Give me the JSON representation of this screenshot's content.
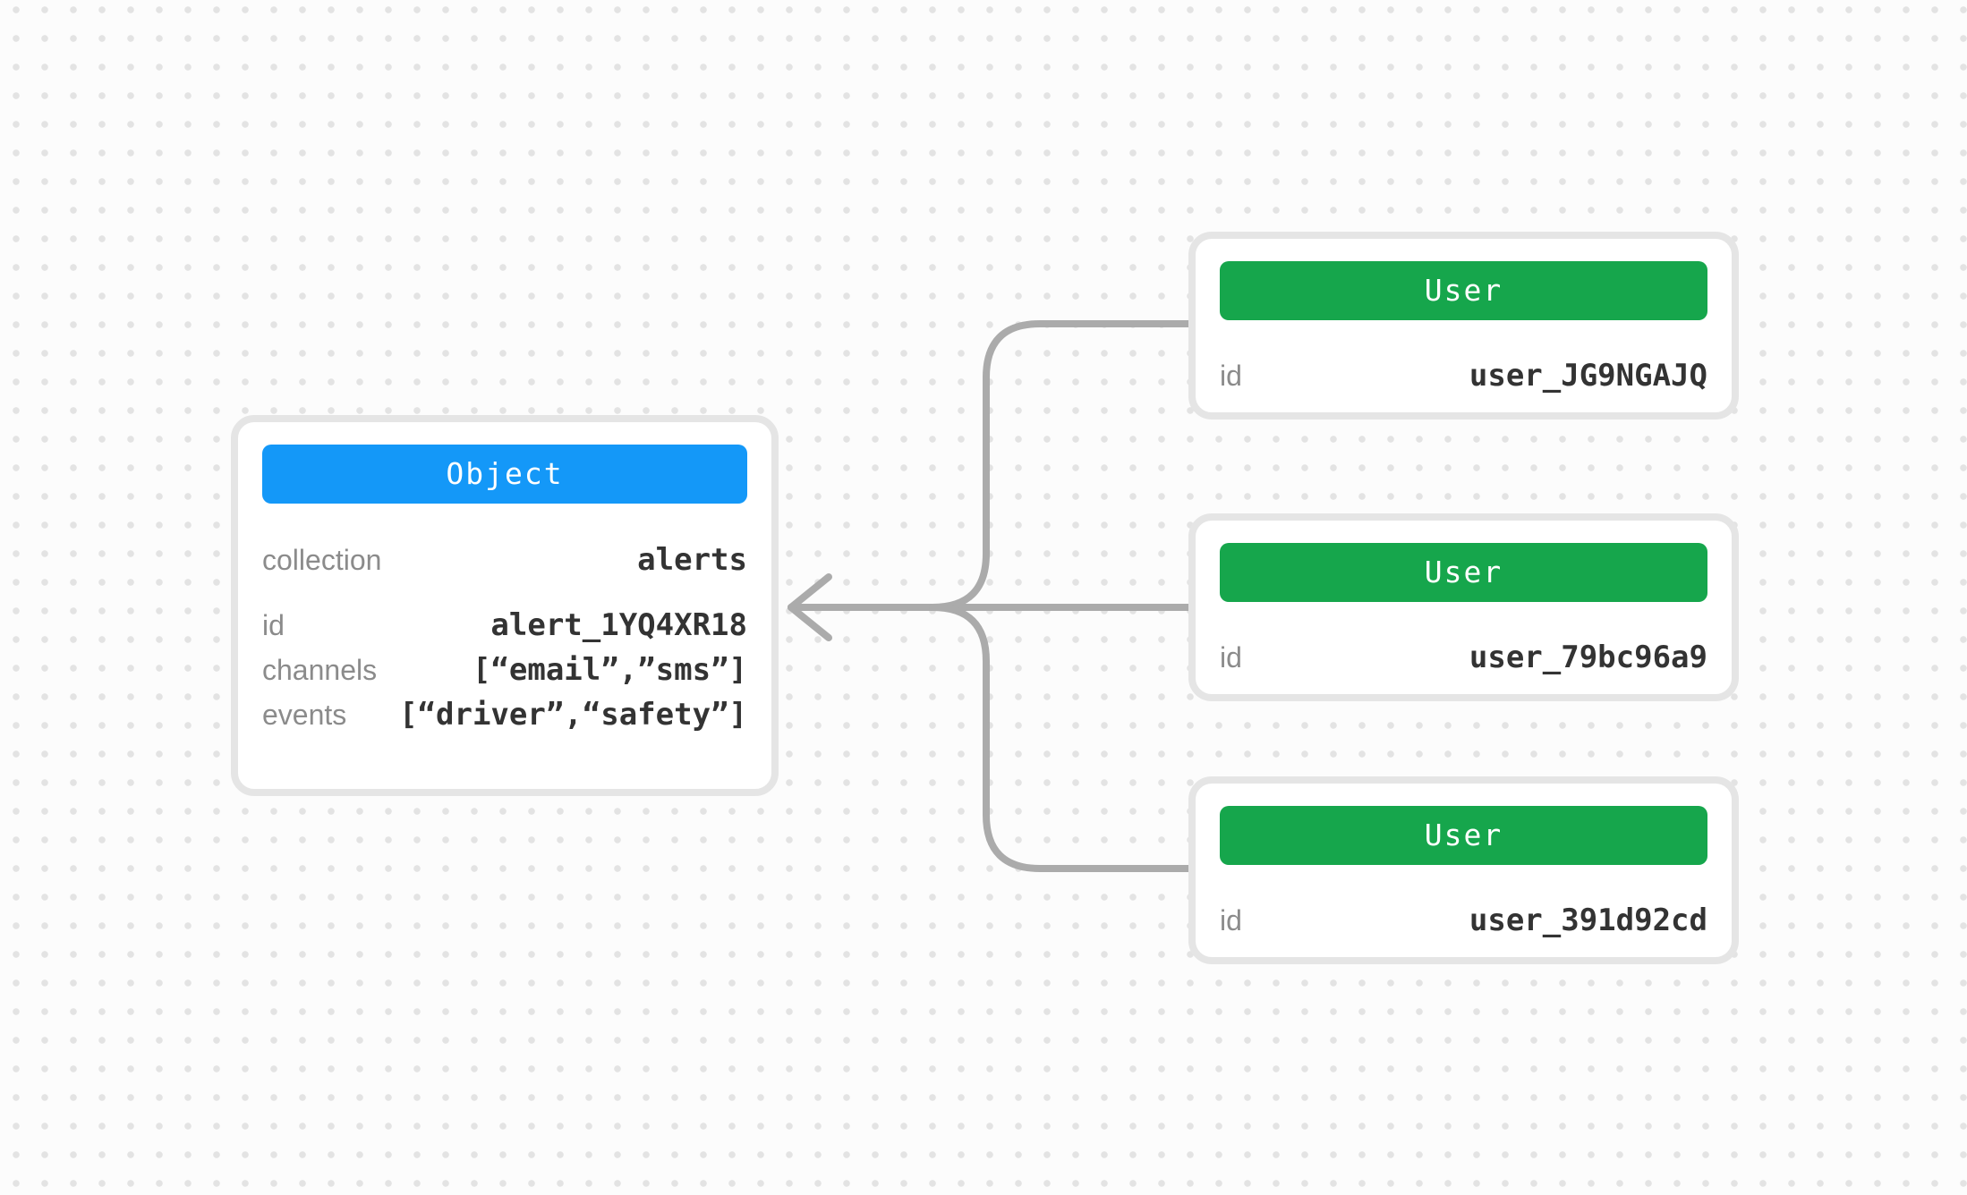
{
  "colors": {
    "object_header": "#1498f8",
    "user_header": "#16a64c",
    "connector": "#ababab",
    "card_border": "#e5e5e5",
    "label_text": "#8b8b8b",
    "value_text": "#333333",
    "background": "#fcfcfc",
    "grid_dot": "#e3e3e3"
  },
  "icons": {
    "arrow_left": "left-arrowhead"
  },
  "object_card": {
    "header": "Object",
    "rows": [
      {
        "label": "collection",
        "value": "alerts"
      },
      {
        "label": "id",
        "value": "alert_1YQ4XR18"
      },
      {
        "label": "channels",
        "value": "[“email”,”sms”]"
      },
      {
        "label": "events",
        "value": "[“driver”,“safety”]"
      }
    ]
  },
  "user_cards": [
    {
      "header": "User",
      "rows": [
        {
          "label": "id",
          "value": "user_JG9NGAJQ"
        }
      ]
    },
    {
      "header": "User",
      "rows": [
        {
          "label": "id",
          "value": "user_79bc96a9"
        }
      ]
    },
    {
      "header": "User",
      "rows": [
        {
          "label": "id",
          "value": "user_391d92cd"
        }
      ]
    }
  ]
}
